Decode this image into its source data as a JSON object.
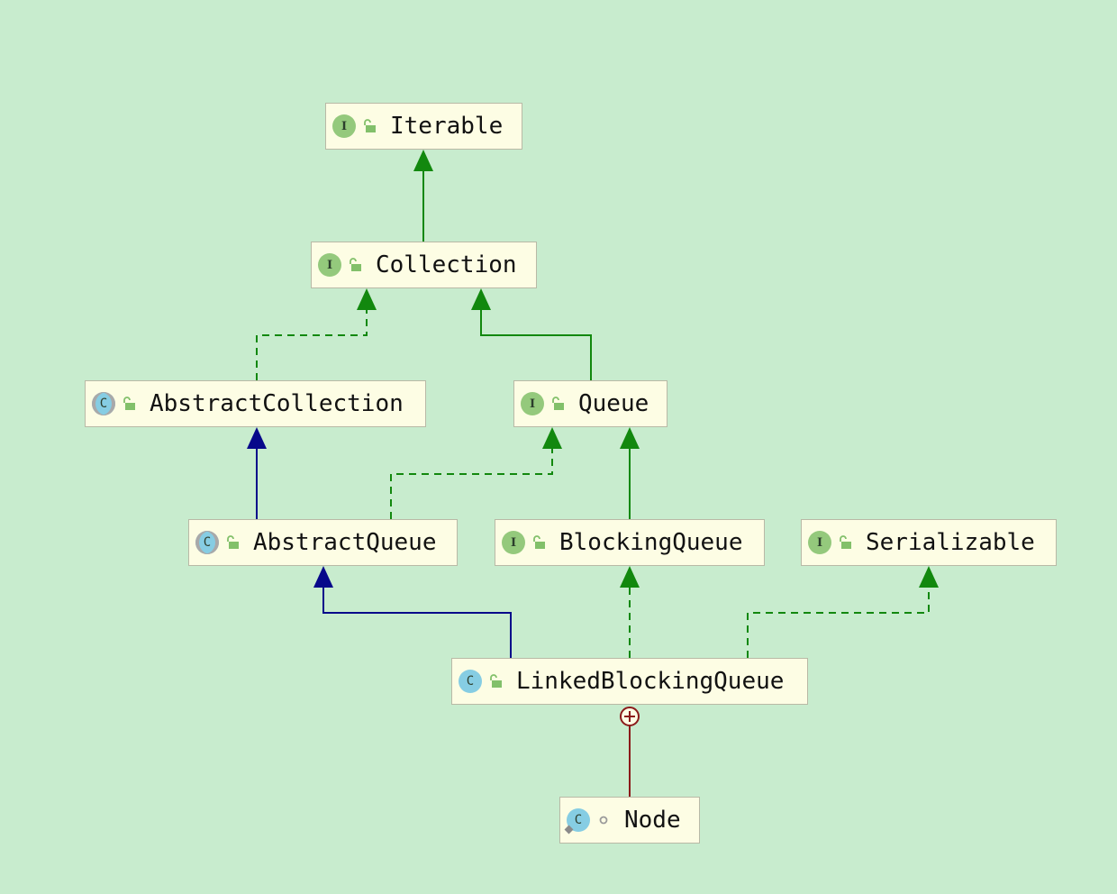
{
  "colors": {
    "background": "#c8ecce",
    "extends_interface": "#12880e",
    "implements": "#12880e",
    "extends_class": "#07088a",
    "inner_class": "#8b1a1a"
  },
  "nodes": {
    "iterable": {
      "label": "Iterable",
      "kind_letter": "I",
      "kind": "interface",
      "visibility": "public-icon"
    },
    "collection": {
      "label": "Collection",
      "kind_letter": "I",
      "kind": "interface",
      "visibility": "public-icon"
    },
    "abstract_collection": {
      "label": "AbstractCollection",
      "kind_letter": "C",
      "kind": "abstract-class",
      "visibility": "public-icon"
    },
    "queue": {
      "label": "Queue",
      "kind_letter": "I",
      "kind": "interface",
      "visibility": "public-icon"
    },
    "abstract_queue": {
      "label": "AbstractQueue",
      "kind_letter": "C",
      "kind": "abstract-class",
      "visibility": "public-icon"
    },
    "blocking_queue": {
      "label": "BlockingQueue",
      "kind_letter": "I",
      "kind": "interface",
      "visibility": "public-icon"
    },
    "serializable": {
      "label": "Serializable",
      "kind_letter": "I",
      "kind": "interface",
      "visibility": "public-icon"
    },
    "linked_blocking_queue": {
      "label": "LinkedBlockingQueue",
      "kind_letter": "C",
      "kind": "class",
      "visibility": "public-icon"
    },
    "node": {
      "label": "Node",
      "kind_letter": "C",
      "kind": "inner-class",
      "visibility": "package-private-icon"
    }
  },
  "edges": [
    {
      "from": "collection",
      "to": "iterable",
      "type": "extends-interface"
    },
    {
      "from": "abstract_collection",
      "to": "collection",
      "type": "implements"
    },
    {
      "from": "queue",
      "to": "collection",
      "type": "extends-interface"
    },
    {
      "from": "abstract_queue",
      "to": "abstract_collection",
      "type": "extends-class"
    },
    {
      "from": "abstract_queue",
      "to": "queue",
      "type": "implements"
    },
    {
      "from": "blocking_queue",
      "to": "queue",
      "type": "extends-interface"
    },
    {
      "from": "linked_blocking_queue",
      "to": "abstract_queue",
      "type": "extends-class"
    },
    {
      "from": "linked_blocking_queue",
      "to": "blocking_queue",
      "type": "implements"
    },
    {
      "from": "linked_blocking_queue",
      "to": "serializable",
      "type": "implements"
    },
    {
      "from": "node",
      "to": "linked_blocking_queue",
      "type": "inner-class"
    }
  ]
}
